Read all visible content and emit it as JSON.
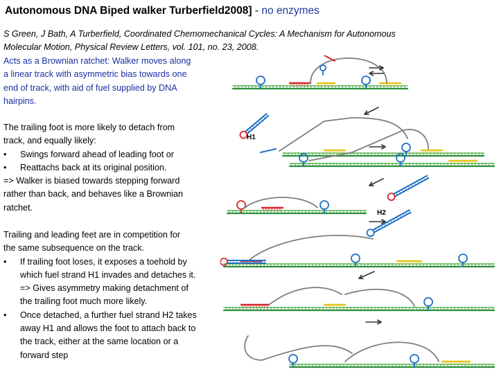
{
  "title": {
    "main": "Autonomous DNA Biped walker Turberfield2008]",
    "sep": " - ",
    "sub": "no enzymes"
  },
  "citation": [
    "S Green, J Bath, A Turberfield, Coordinated Chemomechanical Cycles: A Mechanism for Autonomous",
    "Molecular Motion, Physical Review Letters, vol. 101, no. 23, 2008."
  ],
  "block1": [
    "Acts as a Brownian ratchet: Walker moves along",
    "a linear track with asymmetric bias towards one",
    "end of track, with aid of fuel supplied by DNA",
    "hairpins."
  ],
  "block2": {
    "intro": [
      "The trailing foot is more likely to detach from",
      "track, and equally likely:"
    ],
    "bullets": [
      "Swings forward ahead of  leading foot or",
      "Reattachs back at its original position."
    ],
    "outro": [
      "=> Walker is biased towards stepping forward",
      "rather than back, and behaves like a Brownian",
      "ratchet."
    ]
  },
  "block3": {
    "intro": [
      "Trailing and leading feet are in competition for",
      "the same subsequence on the track."
    ],
    "b1": [
      "If trailing foot loses, it exposes a toehold by",
      "which fuel strand H1 invades and detaches it.",
      "=> Gives asymmetry making detachment of",
      "the trailing foot much more likely."
    ],
    "b2": [
      "Once detached, a further fuel strand H2 takes",
      "away H1 and allows the foot to attach back to",
      "the track, either at the same location or a",
      "forward step"
    ],
    "bullet": "•"
  },
  "diagram": {
    "labels": {
      "h1": "H1",
      "h2": "H2"
    },
    "colors": {
      "track": "#2d8f3a",
      "green2": "#58b848",
      "red": "#d9262a",
      "blue": "#1d6fc4",
      "grey": "#7d7d7d",
      "yellow": "#e9c21c",
      "arrow": "#333333"
    }
  }
}
